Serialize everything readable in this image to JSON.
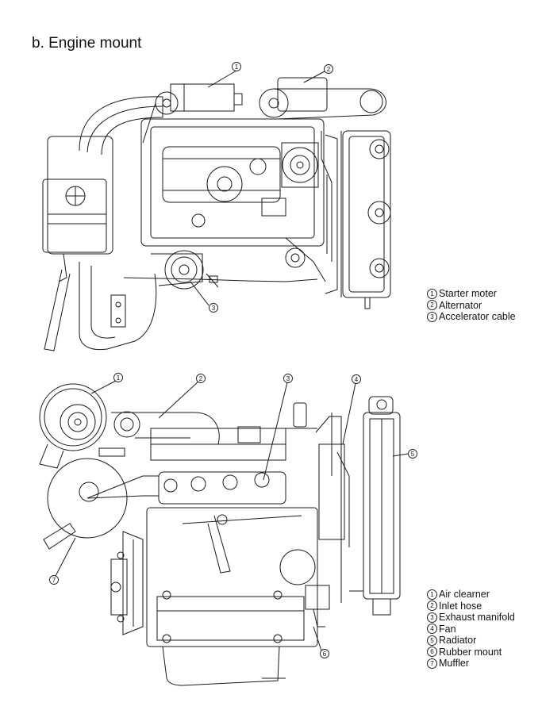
{
  "title": "b. Engine mount",
  "top_view": {
    "callouts": [
      "1",
      "2",
      "3"
    ],
    "legend": [
      {
        "num": "1",
        "label": "Starter moter"
      },
      {
        "num": "2",
        "label": "Alternator"
      },
      {
        "num": "3",
        "label": "Accelerator cable"
      }
    ]
  },
  "side_view": {
    "callouts": [
      "1",
      "2",
      "3",
      "4",
      "5",
      "6",
      "7"
    ],
    "legend": [
      {
        "num": "1",
        "label": "Air clearner"
      },
      {
        "num": "2",
        "label": "Inlet hose"
      },
      {
        "num": "3",
        "label": "Exhaust manifold"
      },
      {
        "num": "4",
        "label": "Fan"
      },
      {
        "num": "5",
        "label": "Radiator"
      },
      {
        "num": "6",
        "label": "Rubber mount"
      },
      {
        "num": "7",
        "label": "Muffler"
      }
    ]
  }
}
